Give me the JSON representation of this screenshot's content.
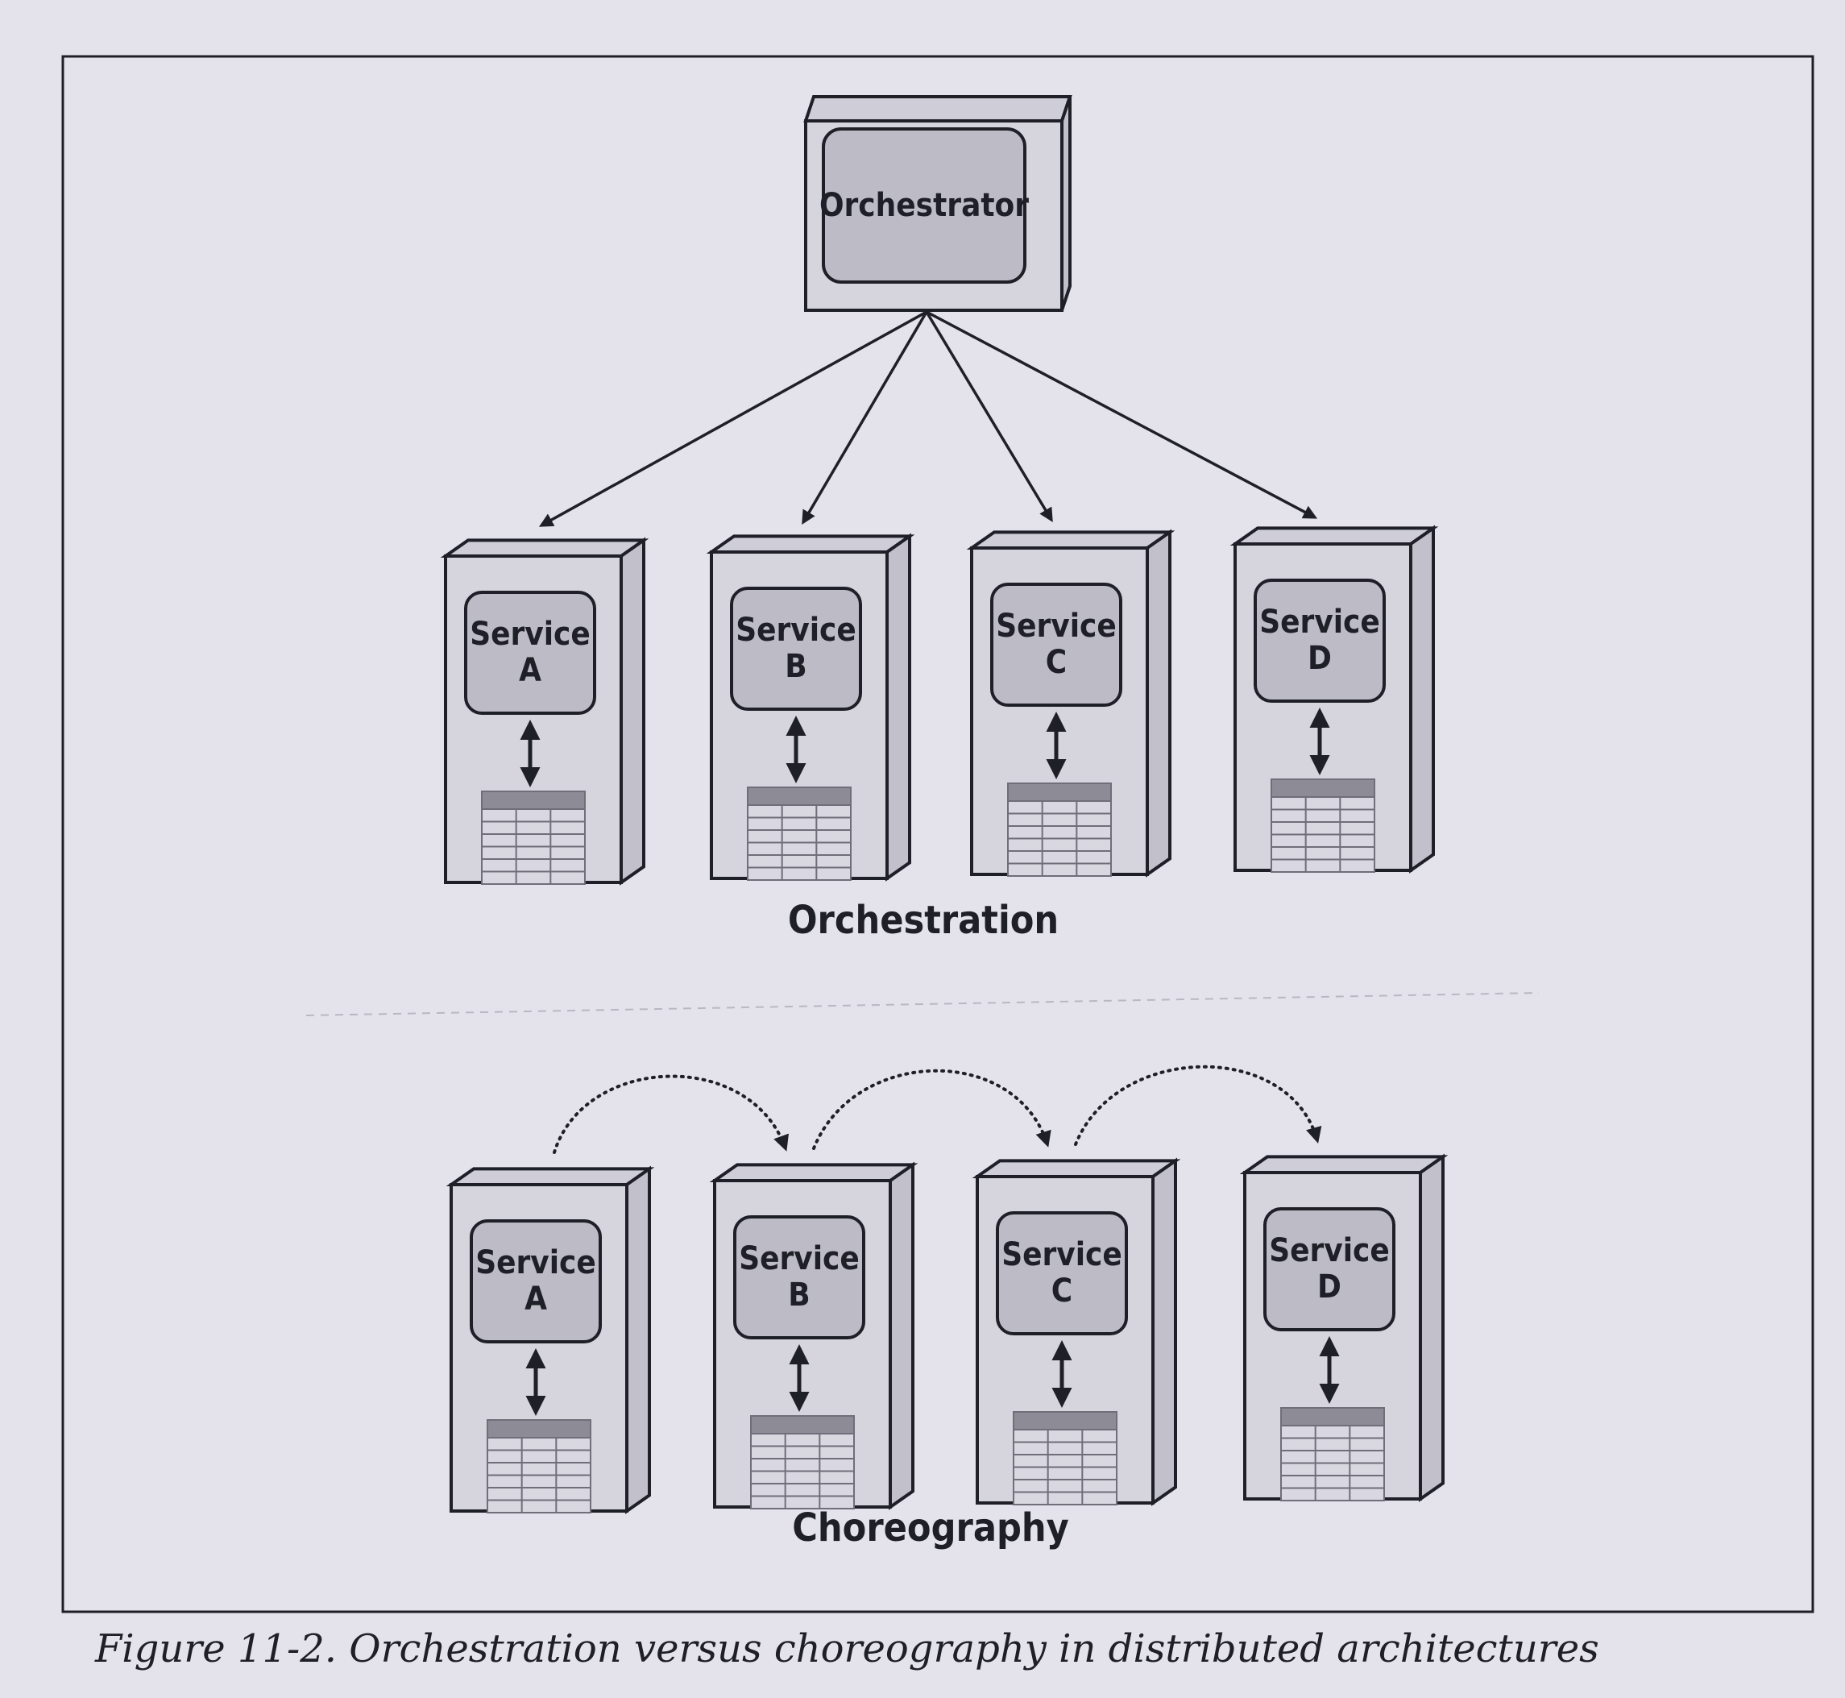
{
  "figure": {
    "top_node": "Orchestrator",
    "orchestration": {
      "label": "Orchestration",
      "services": [
        {
          "line1": "Service",
          "line2": "A"
        },
        {
          "line1": "Service",
          "line2": "B"
        },
        {
          "line1": "Service",
          "line2": "C"
        },
        {
          "line1": "Service",
          "line2": "D"
        }
      ]
    },
    "choreography": {
      "label": "Choreography",
      "services": [
        {
          "line1": "Service",
          "line2": "A"
        },
        {
          "line1": "Service",
          "line2": "B"
        },
        {
          "line1": "Service",
          "line2": "C"
        },
        {
          "line1": "Service",
          "line2": "D"
        }
      ]
    },
    "caption": "Figure 11-2. Orchestration versus choreography in distributed architectures"
  },
  "colors": {
    "page": "#e4e3ec",
    "ink": "#1f1f27",
    "box_face": "#d6d5de",
    "box_inner": "#bdbcc6",
    "table_header": "#8c8b96",
    "table_cell": "#d9d8e0"
  }
}
